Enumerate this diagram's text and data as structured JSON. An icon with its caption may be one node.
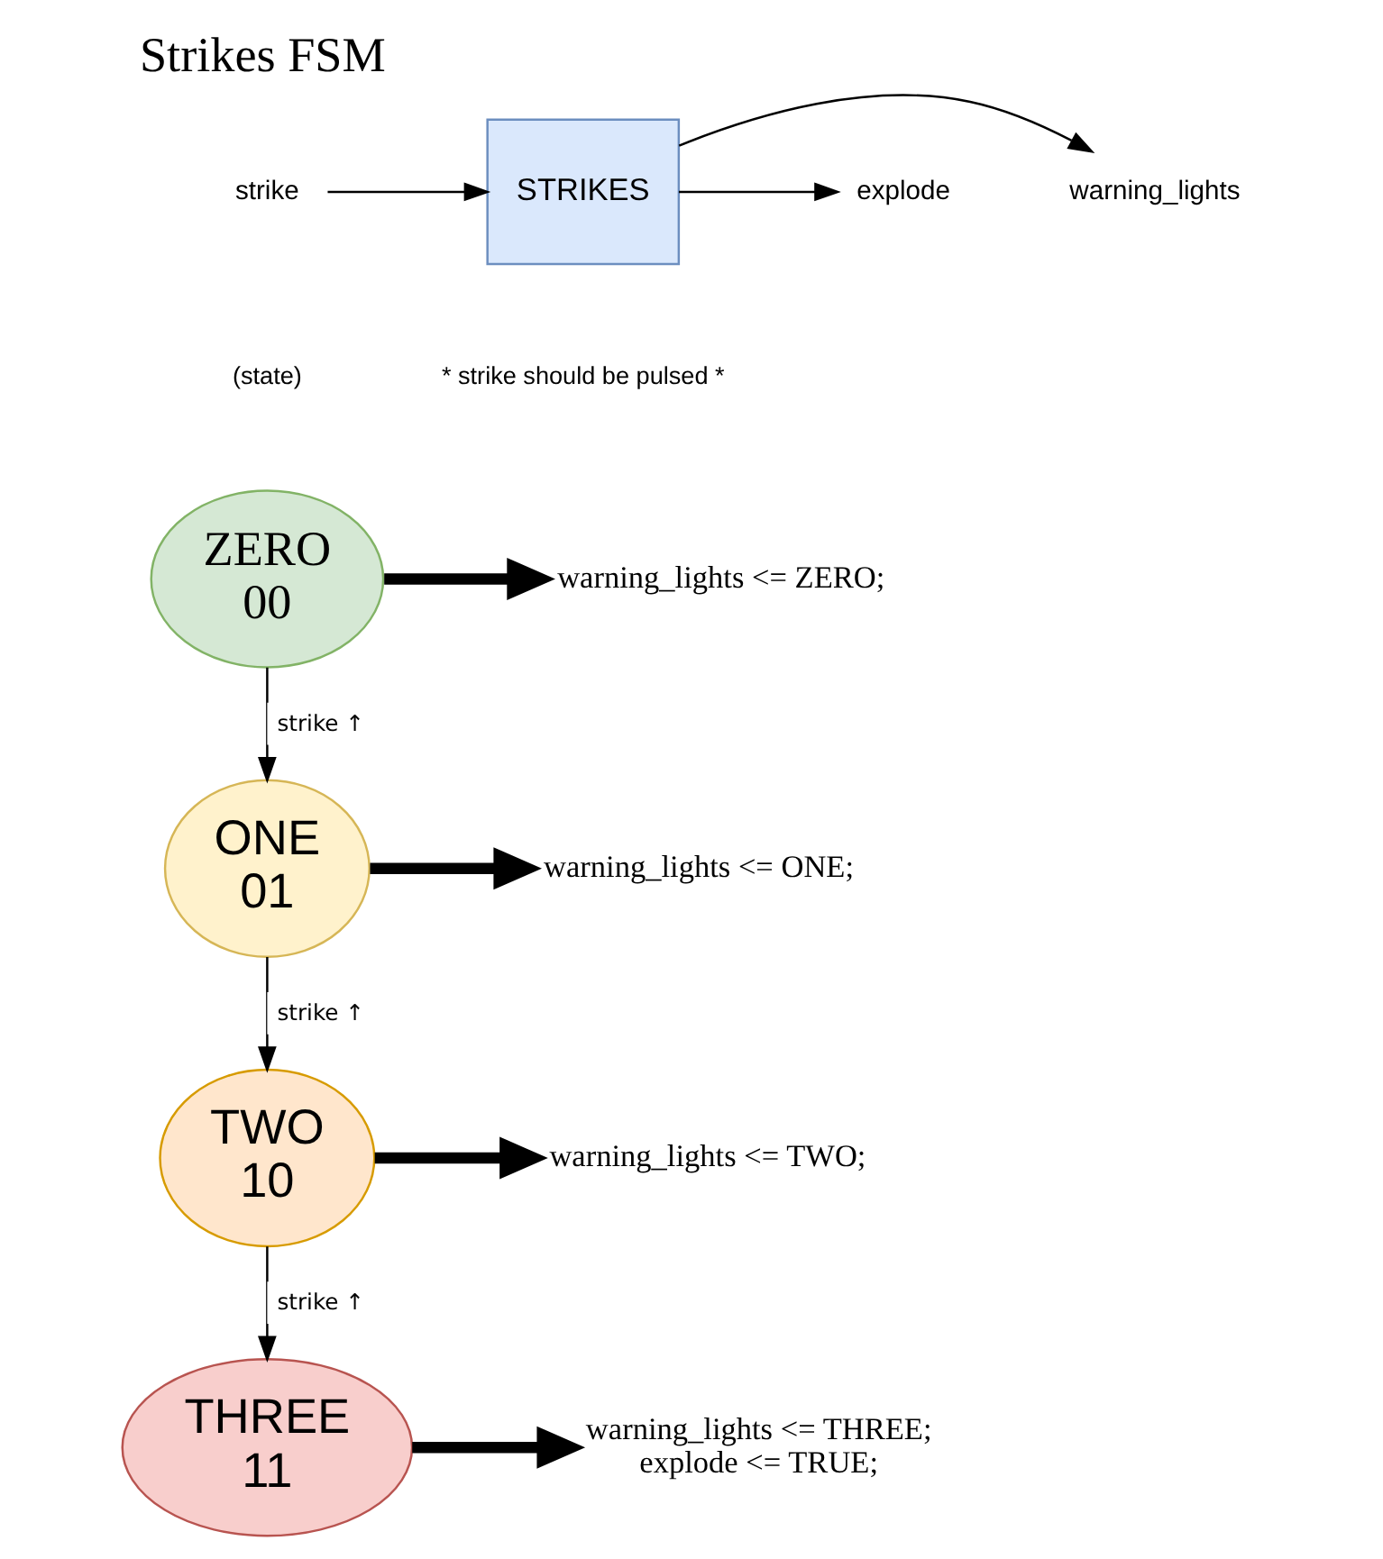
{
  "diagram": {
    "title": "Strikes FSM",
    "nodes": [
      {
        "text": [
          "strike"
        ]
      },
      {
        "text": [
          "STRIKES"
        ]
      },
      {
        "text": [
          "warning_lights"
        ]
      },
      {
        "text": [
          "explode"
        ]
      },
      {
        "text": [
          "ZERO",
          "00"
        ]
      },
      {
        "text": [
          "warning_lights <= ZERO;"
        ]
      },
      {
        "text": [
          "ONE",
          "01"
        ]
      },
      {
        "text": [
          "warning_lights <= ONE;"
        ]
      },
      {
        "text": [
          "TWO",
          "10"
        ]
      },
      {
        "text": [
          "warning_lights <= TWO;"
        ]
      },
      {
        "text": [
          "THREE",
          "11"
        ]
      },
      {
        "text": [
          "warning_lights <= THREE; explode <= TRUE;"
        ]
      }
    ],
    "edges": [
      {
        "from": 0,
        "to": 1,
        "arrow": "to"
      },
      {
        "from": 1,
        "to": 2,
        "arrow": "to"
      },
      {
        "from": 1,
        "to": 3,
        "arrow": "to"
      },
      {
        "from": 4,
        "to": 5,
        "arrow": "to",
        "style": "thick"
      },
      {
        "from": 4,
        "to": 6,
        "arrow": "to",
        "label": "strike ↑"
      },
      {
        "from": 6,
        "to": 7,
        "arrow": "to",
        "style": "thick"
      },
      {
        "from": 6,
        "to": 8,
        "arrow": "to",
        "label": "strike ↑"
      },
      {
        "from": 8,
        "to": 9,
        "arrow": "to",
        "style": "thick"
      },
      {
        "from": 8,
        "to": 10,
        "arrow": "to",
        "label": "strike ↑"
      },
      {
        "from": 10,
        "to": 11,
        "arrow": "to",
        "style": "thick"
      }
    ],
    "labels": [
      "(state)",
      "* strike should be pulsed *"
    ]
  }
}
